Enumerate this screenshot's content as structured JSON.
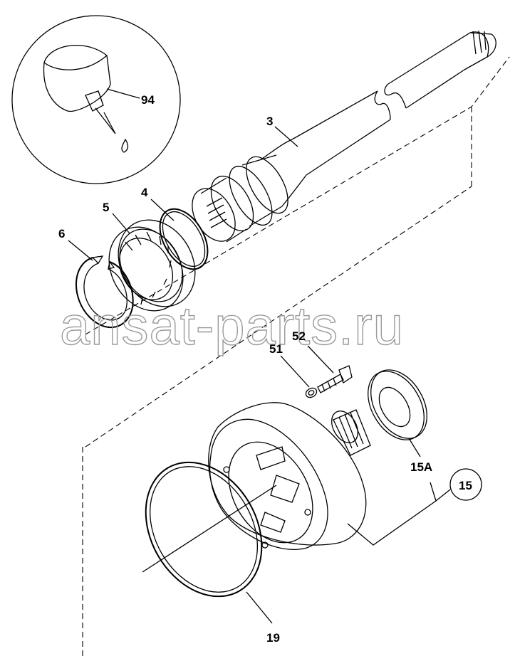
{
  "watermark": "ansat-parts.ru",
  "callouts": {
    "c94": "94",
    "c3": "3",
    "c4": "4",
    "c5": "5",
    "c6": "6",
    "c52": "52",
    "c51": "51",
    "c15a": "15A",
    "c15": "15",
    "c19": "19"
  }
}
